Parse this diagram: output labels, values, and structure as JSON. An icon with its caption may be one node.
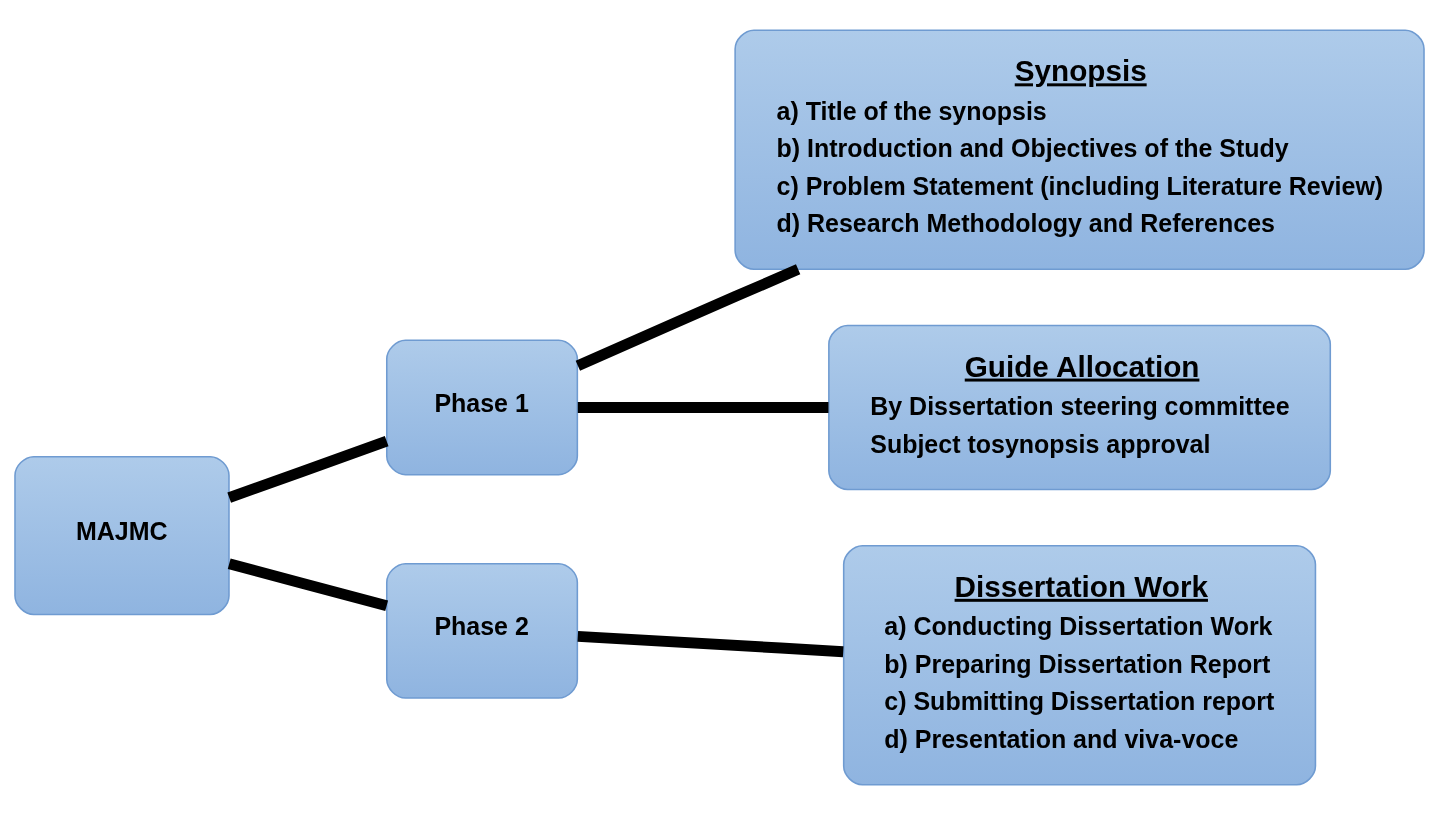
{
  "diagram": {
    "nodes": [
      {
        "text": [
          "MAJMC"
        ]
      },
      {
        "text": [
          "Phase 1"
        ]
      },
      {
        "text": [
          "Phase 2"
        ]
      },
      {
        "text": [
          "Synopsis",
          "a) Title of the synopsis",
          "b) Introduction and Objectives of the Study",
          "c) Problem Statement (including Literature Review)",
          "d) Research Methodology and References"
        ]
      },
      {
        "text": [
          "Guide Allocation",
          "By Dissertation steering committee",
          "Subject tosynopsis approval"
        ]
      },
      {
        "text": [
          "Dissertation Work",
          "a) Conducting Dissertation Work",
          "b) Preparing Dissertation Report",
          "c) Submitting Dissertation report",
          "d) Presentation and viva-voce"
        ]
      }
    ],
    "edges": [
      {
        "from": 0,
        "to": 1,
        "arrow": "none"
      },
      {
        "from": 0,
        "to": 2,
        "arrow": "none"
      },
      {
        "from": 1,
        "to": 3,
        "arrow": "none"
      },
      {
        "from": 1,
        "to": 4,
        "arrow": "none"
      },
      {
        "from": 2,
        "to": 5,
        "arrow": "none"
      }
    ]
  }
}
